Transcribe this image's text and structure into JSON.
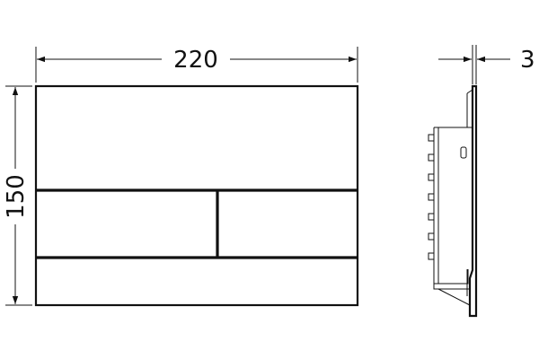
{
  "dimensions": {
    "width_label": "220",
    "height_label": "150",
    "thickness_label": "3"
  }
}
